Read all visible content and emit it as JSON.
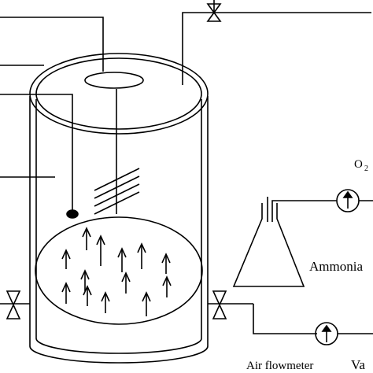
{
  "labels": {
    "o2": "O",
    "o2_subscript": "2",
    "ammonia": "Ammonia",
    "air_flowmeter": "Air flowmeter",
    "va": "Va"
  }
}
